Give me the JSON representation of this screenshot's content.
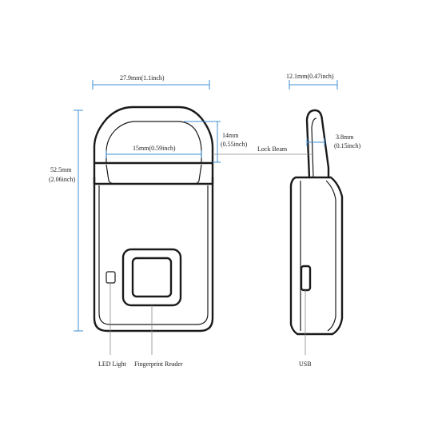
{
  "colors": {
    "outline": "#1a1a1a",
    "dimension": "#3d8fd6",
    "leader": "#8a8a8a",
    "text": "#222222",
    "background": "#ffffff"
  },
  "dimensions": {
    "width": "27.9mm(1.1inch)",
    "height_mm": "52.5mm",
    "height_in": "(2.06inch)",
    "shackle_height_mm": "14mm",
    "shackle_height_in": "(0.55inch)",
    "shackle_width": "15mm(0.59inch)",
    "thickness": "12.1mm(0.47inch)",
    "beam_mm": "3.8mm",
    "beam_in": "(0.15inch)"
  },
  "labels": {
    "lock_beam": "Lock Beam",
    "led_light": "LED Light",
    "fingerprint_reader": "Fingerprint Reader",
    "usb": "USB"
  }
}
